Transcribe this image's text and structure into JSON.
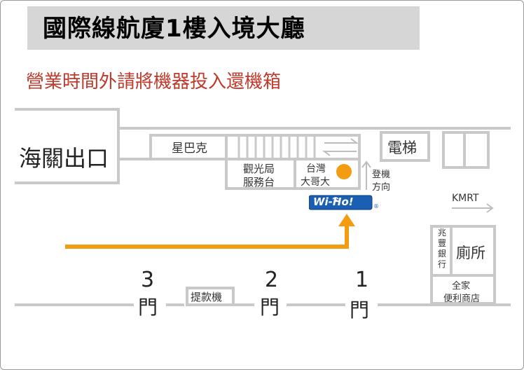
{
  "header": {
    "title": "國際線航廈1樓入境大廳",
    "notice": "營業時間外請將機器投入還機箱"
  },
  "places": {
    "customs_exit": "海關出口",
    "starbucks": "星巴克",
    "elevator": "電梯",
    "tourism_line1": "觀光局",
    "tourism_line2": "服務台",
    "taiwan_line1": "台灣",
    "taiwan_line2": "大哥大",
    "boarding_line1": "登機",
    "boarding_line2": "方向",
    "kmrt": "KMRT",
    "bank_chars": [
      "兆",
      "豐",
      "銀",
      "行"
    ],
    "restroom": "廁所",
    "family_line1": "全家",
    "family_line2": "便利商店",
    "atm": "提款機"
  },
  "gates": [
    {
      "number": "3",
      "label": "門"
    },
    {
      "number": "2",
      "label": "門"
    },
    {
      "number": "1",
      "label": "門"
    }
  ],
  "logo": {
    "text": "Wi-Ho!",
    "mark": "®"
  },
  "colors": {
    "route": "#f39c12",
    "notice": "#c0392b",
    "walls": "#c9c9c9",
    "logo": "#1a5fb4"
  }
}
